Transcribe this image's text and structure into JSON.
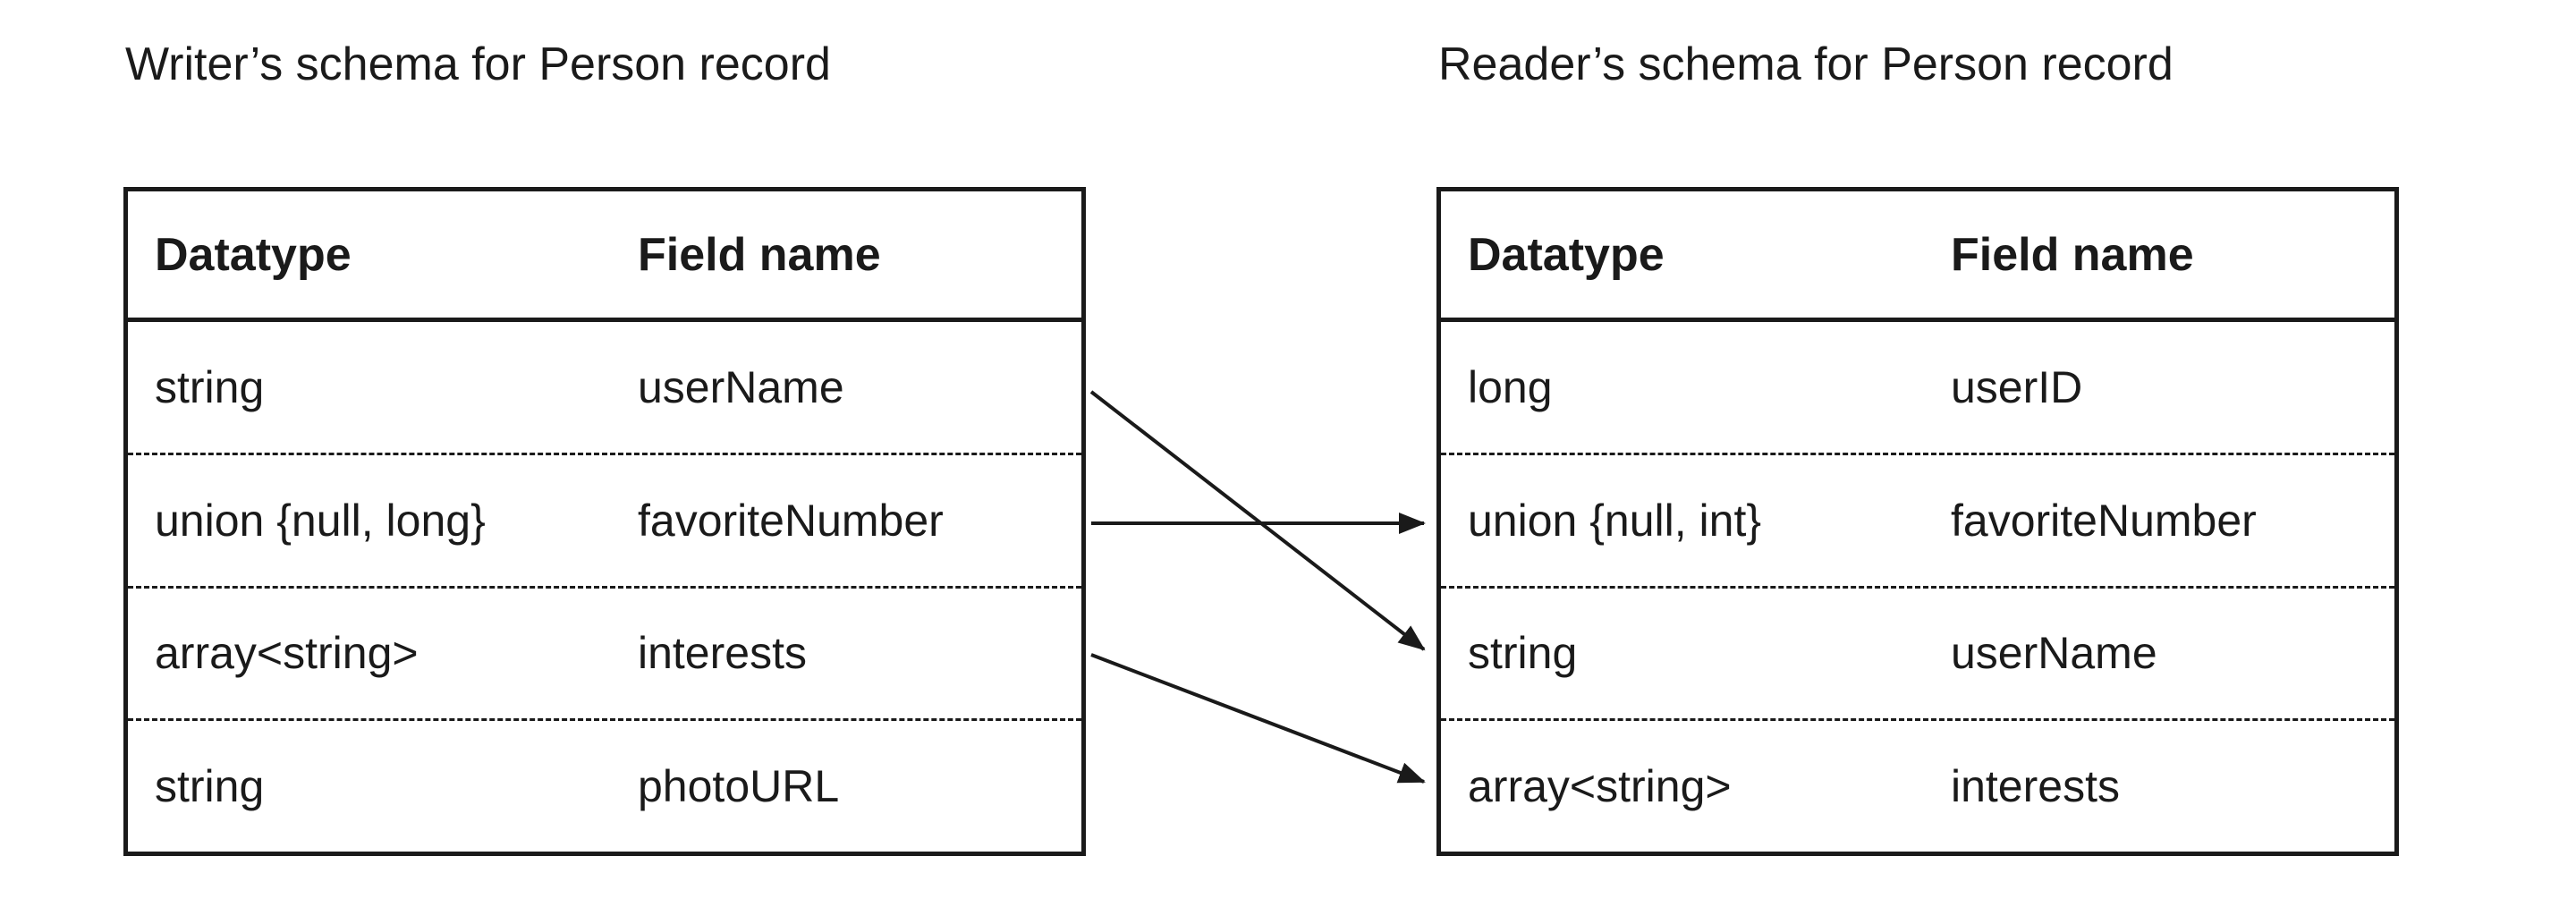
{
  "writer": {
    "title": "Writer’s schema for Person record",
    "headers": {
      "datatype": "Datatype",
      "field": "Field name"
    },
    "rows": [
      {
        "datatype": "string",
        "field": "userName"
      },
      {
        "datatype": "union {null, long}",
        "field": "favoriteNumber"
      },
      {
        "datatype": "array<string>",
        "field": "interests"
      },
      {
        "datatype": "string",
        "field": "photoURL"
      }
    ]
  },
  "reader": {
    "title": "Reader’s schema for Person record",
    "headers": {
      "datatype": "Datatype",
      "field": "Field name"
    },
    "rows": [
      {
        "datatype": "long",
        "field": "userID"
      },
      {
        "datatype": "union {null, int}",
        "field": "favoriteNumber"
      },
      {
        "datatype": "string",
        "field": "userName"
      },
      {
        "datatype": "array<string>",
        "field": "interests"
      }
    ]
  },
  "arrows": [
    {
      "from_field": "userName",
      "from_row": 1,
      "to_field": "userName",
      "to_row": 3
    },
    {
      "from_field": "favoriteNumber",
      "from_row": 2,
      "to_field": "favoriteNumber",
      "to_row": 2
    },
    {
      "from_field": "interests",
      "from_row": 3,
      "to_field": "interests",
      "to_row": 4
    }
  ],
  "colors": {
    "ink": "#1a1a1a",
    "background": "#ffffff"
  }
}
